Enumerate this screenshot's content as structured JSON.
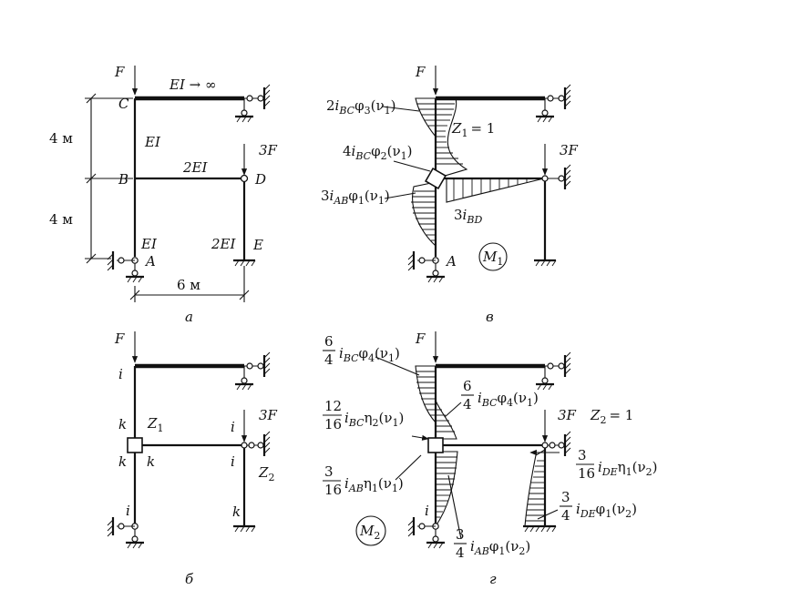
{
  "panel_a": {
    "caption": "а",
    "F": "F",
    "F3": "3F",
    "rigid_label": "EI → ∞",
    "node_C": "C",
    "node_B": "B",
    "node_D": "D",
    "node_A": "A",
    "node_E": "E",
    "ei_upper": "EI",
    "ei_bd": "2EI",
    "ei_lower": "EI",
    "ei_de": "2EI",
    "dim_upper": "4 м",
    "dim_lower": "4 м",
    "dim_horizontal": "6 м"
  },
  "panel_b": {
    "caption": "б",
    "F": "F",
    "F3": "3F",
    "i_top": "i",
    "k_top": "k",
    "Z1": "Z",
    "Z1_sub": "1",
    "k_left": "k",
    "k_right": "k",
    "i_d_top": "i",
    "i_d_bottom": "i",
    "Z2": "Z",
    "Z2_sub": "2",
    "i_bottom": "i",
    "k_bottom": "k"
  },
  "panel_v": {
    "caption": "в",
    "F": "F",
    "F3": "3F",
    "node_A": "A",
    "Z_label": "Z",
    "Z_sub": "1",
    "Z_eq": "= 1",
    "circle_M": "M",
    "circle_sub": "1",
    "lbl1": {
      "coef": "2",
      "i": "i",
      "sub": "BC",
      "fn": "φ",
      "fn_sub": "3",
      "arg": "(ν",
      "arg_sub": "1",
      "close": ")"
    },
    "lbl2": {
      "coef": "4",
      "i": "i",
      "sub": "BC",
      "fn": "φ",
      "fn_sub": "2",
      "arg": "(ν",
      "arg_sub": "1",
      "close": ")"
    },
    "lbl3": {
      "coef": "3",
      "i": "i",
      "sub": "AB",
      "fn": "φ",
      "fn_sub": "1",
      "arg": "(ν",
      "arg_sub": "1",
      "close": ")"
    },
    "lbl4": {
      "coef": "3",
      "i": "i",
      "sub": "BD"
    }
  },
  "panel_g": {
    "caption": "г",
    "F": "F",
    "F3": "3F",
    "i_label": "i",
    "Z_label": "Z",
    "Z_sub": "2",
    "Z_eq": "= 1",
    "circle_M": "M",
    "circle_sub": "2",
    "f1": {
      "num": "6",
      "den": "4",
      "i": "i",
      "sub": "BC",
      "fn": "φ",
      "fn_sub": "4",
      "arg": "(ν",
      "arg_sub": "1",
      "close": ")"
    },
    "f2": {
      "num": "6",
      "den": "4",
      "i": "i",
      "sub": "BC",
      "fn": "φ",
      "fn_sub": "4",
      "arg": "(ν",
      "arg_sub": "1",
      "close": ")"
    },
    "f3": {
      "num": "12",
      "den": "16",
      "i": "i",
      "sub": "BC",
      "fn": "η",
      "fn_sub": "2",
      "arg": "(ν",
      "arg_sub": "1",
      "close": ")"
    },
    "f4": {
      "num": "3",
      "den": "16",
      "i": "i",
      "sub": "AB",
      "fn": "η",
      "fn_sub": "1",
      "arg": "(ν",
      "arg_sub": "1",
      "close": ")"
    },
    "f5": {
      "num": "3",
      "den": "16",
      "i": "i",
      "sub": "DE",
      "fn": "η",
      "fn_sub": "1",
      "arg": "(ν",
      "arg_sub": "2",
      "close": ")"
    },
    "f6": {
      "num": "3",
      "den": "4",
      "i": "i",
      "sub": "DE",
      "fn": "φ",
      "fn_sub": "1",
      "arg": "(ν",
      "arg_sub": "2",
      "close": ")"
    },
    "f7": {
      "num": "3",
      "den": "4",
      "i": "i",
      "sub": "AB",
      "fn": "φ",
      "fn_sub": "1",
      "arg": "(ν",
      "arg_sub": "2",
      "close": ")"
    }
  }
}
